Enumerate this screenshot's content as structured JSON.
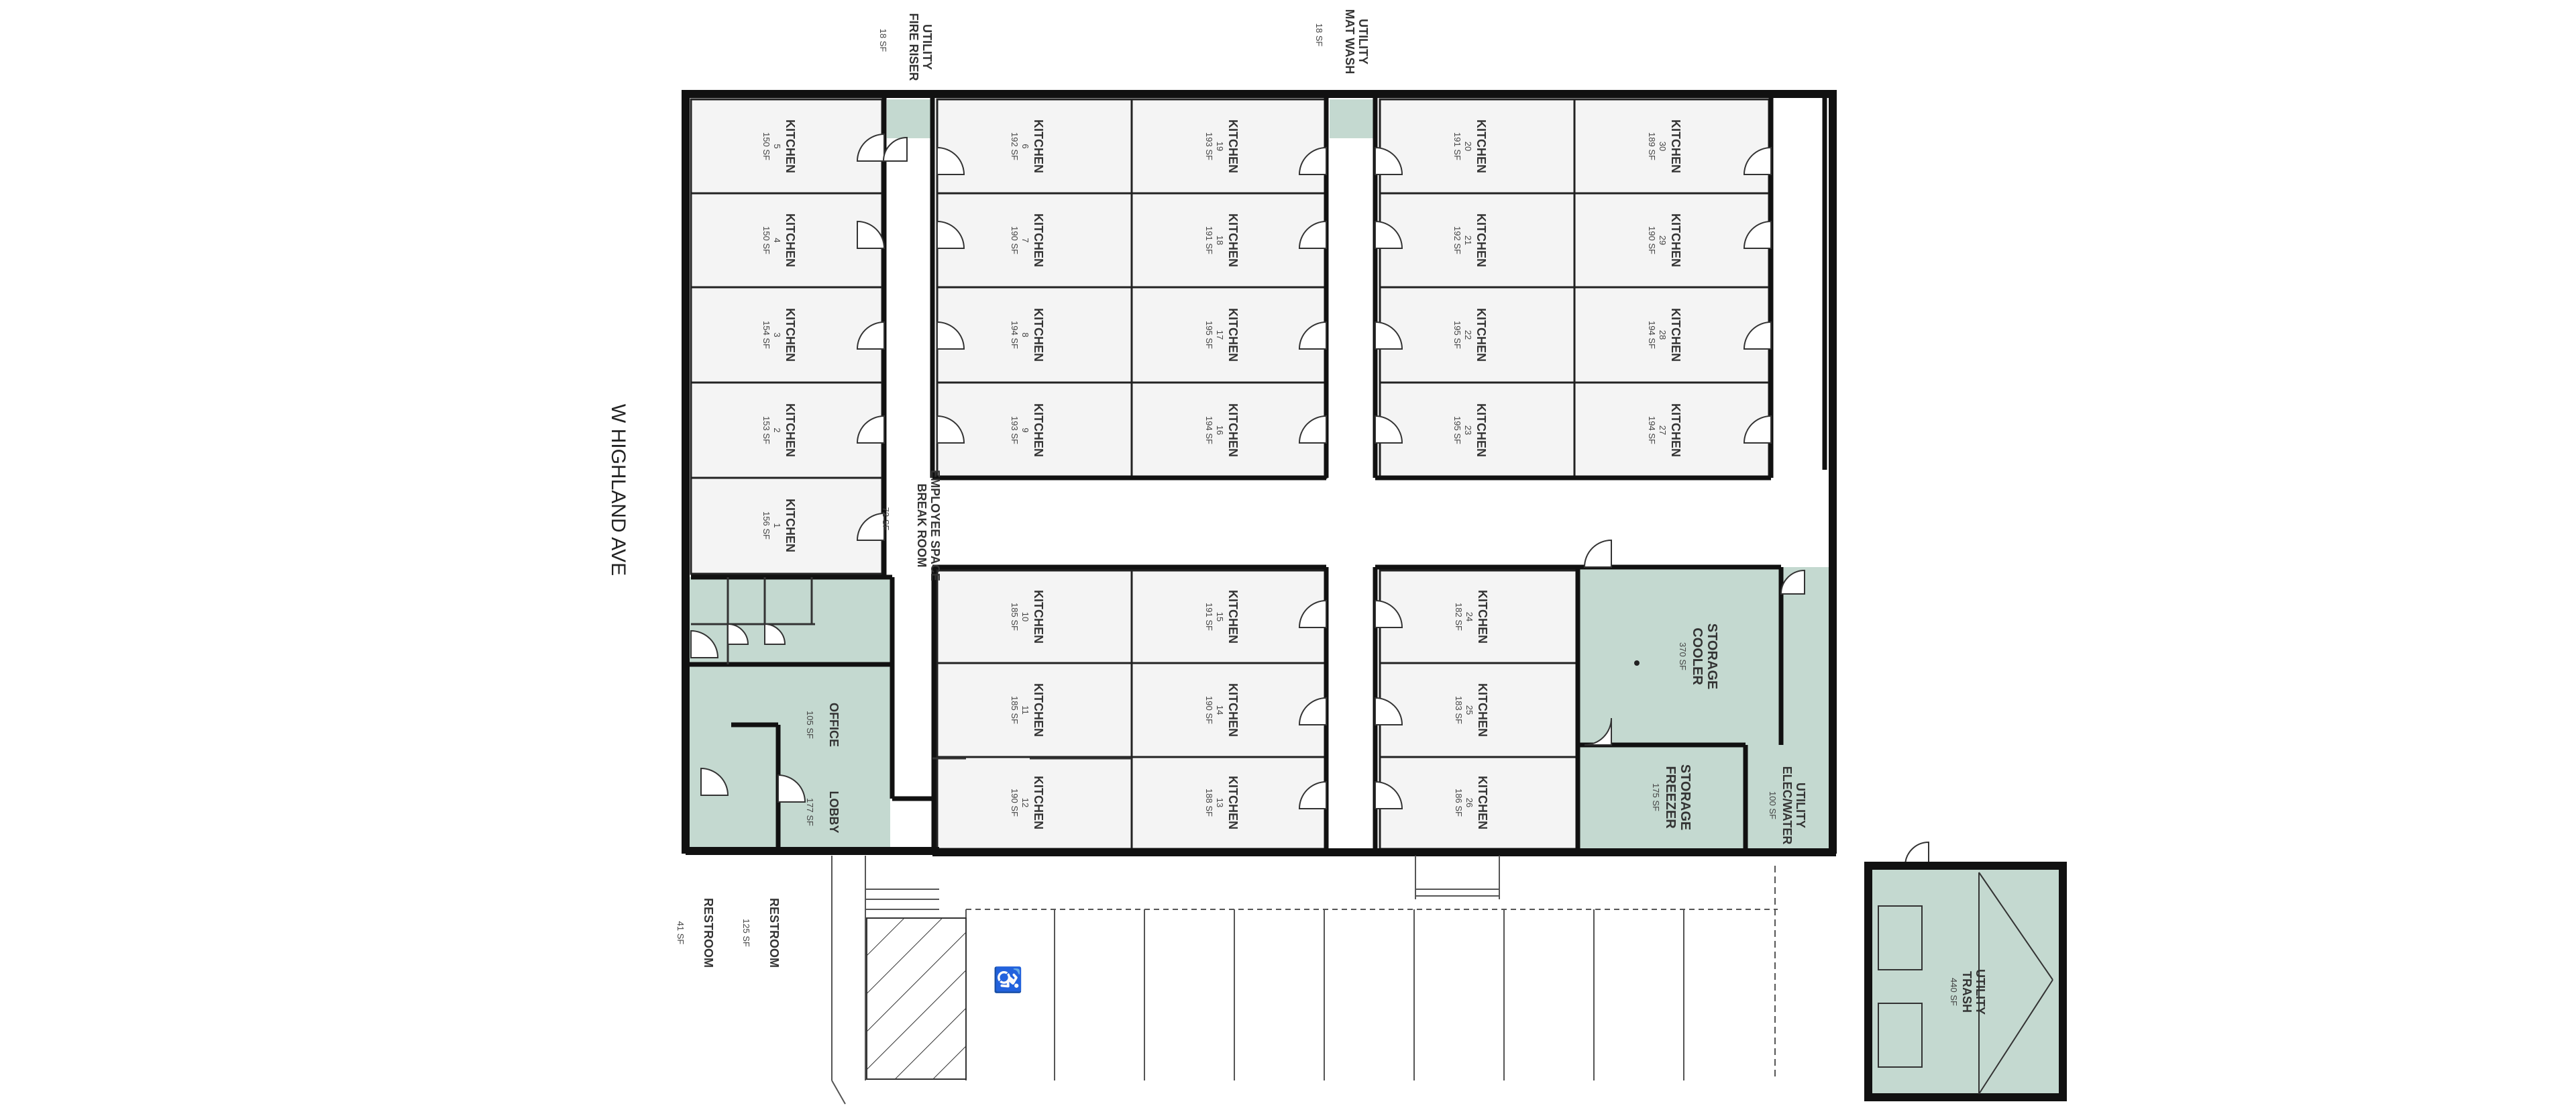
{
  "street_label": "W HIGHLAND AVE",
  "colors": {
    "wall": "#111111",
    "room_fill": "#f4f4f4",
    "common_fill": "#c4d9d0",
    "line": "#444444"
  },
  "rooms": {
    "k5": {
      "name": "KITCHEN",
      "num": "5",
      "sf": "150 SF"
    },
    "k4": {
      "name": "KITCHEN",
      "num": "4",
      "sf": "150 SF"
    },
    "k3": {
      "name": "KITCHEN",
      "num": "3",
      "sf": "154 SF"
    },
    "k2": {
      "name": "KITCHEN",
      "num": "2",
      "sf": "153 SF"
    },
    "k1": {
      "name": "KITCHEN",
      "num": "1",
      "sf": "156 SF"
    },
    "k6": {
      "name": "KITCHEN",
      "num": "6",
      "sf": "192 SF"
    },
    "k7": {
      "name": "KITCHEN",
      "num": "7",
      "sf": "190 SF"
    },
    "k8": {
      "name": "KITCHEN",
      "num": "8",
      "sf": "194 SF"
    },
    "k9": {
      "name": "KITCHEN",
      "num": "9",
      "sf": "193 SF"
    },
    "k19": {
      "name": "KITCHEN",
      "num": "19",
      "sf": "193 SF"
    },
    "k18": {
      "name": "KITCHEN",
      "num": "18",
      "sf": "191 SF"
    },
    "k17": {
      "name": "KITCHEN",
      "num": "17",
      "sf": "195 SF"
    },
    "k16": {
      "name": "KITCHEN",
      "num": "16",
      "sf": "194 SF"
    },
    "k20": {
      "name": "KITCHEN",
      "num": "20",
      "sf": "191 SF"
    },
    "k21": {
      "name": "KITCHEN",
      "num": "21",
      "sf": "192 SF"
    },
    "k22": {
      "name": "KITCHEN",
      "num": "22",
      "sf": "195 SF"
    },
    "k23": {
      "name": "KITCHEN",
      "num": "23",
      "sf": "195 SF"
    },
    "k30": {
      "name": "KITCHEN",
      "num": "30",
      "sf": "189 SF"
    },
    "k29": {
      "name": "KITCHEN",
      "num": "29",
      "sf": "190 SF"
    },
    "k28": {
      "name": "KITCHEN",
      "num": "28",
      "sf": "194 SF"
    },
    "k27": {
      "name": "KITCHEN",
      "num": "27",
      "sf": "194 SF"
    },
    "k10": {
      "name": "KITCHEN",
      "num": "10",
      "sf": "185 SF"
    },
    "k11": {
      "name": "KITCHEN",
      "num": "11",
      "sf": "185 SF"
    },
    "k12": {
      "name": "KITCHEN",
      "num": "12",
      "sf": "190 SF"
    },
    "k15": {
      "name": "KITCHEN",
      "num": "15",
      "sf": "191 SF"
    },
    "k14": {
      "name": "KITCHEN",
      "num": "14",
      "sf": "190 SF"
    },
    "k13": {
      "name": "KITCHEN",
      "num": "13",
      "sf": "188 SF"
    },
    "k24": {
      "name": "KITCHEN",
      "num": "24",
      "sf": "182 SF"
    },
    "k25": {
      "name": "KITCHEN",
      "num": "25",
      "sf": "183 SF"
    },
    "k26": {
      "name": "KITCHEN",
      "num": "26",
      "sf": "186 SF"
    },
    "cooler": {
      "line1": "STORAGE",
      "line2": "COOLER",
      "sf": "370 SF"
    },
    "freezer": {
      "line1": "STORAGE",
      "line2": "FREEZER",
      "sf": "175 SF"
    },
    "elec": {
      "line1": "UTILITY",
      "line2": "ELEC/WATER",
      "sf": "100 SF"
    },
    "trash": {
      "line1": "UTILITY",
      "line2": "TRASH",
      "sf": "440 SF"
    },
    "office": {
      "line1": "OFFICE",
      "sf": "105 SF"
    },
    "lobby": {
      "line1": "LOBBY",
      "sf": "177 SF"
    },
    "break": {
      "line1": "EMPLOYEE SPACE",
      "line2": "BREAK ROOM",
      "sf": "72 SF"
    },
    "riser": {
      "line1": "UTILITY",
      "line2": "FIRE RISER",
      "sf": "18 SF"
    },
    "matwash": {
      "line1": "UTILITY",
      "line2": "MAT WASH",
      "sf": "18 SF"
    },
    "rr1": {
      "line1": "RESTROOM",
      "sf": "41 SF"
    },
    "rr2": {
      "line1": "RESTROOM",
      "sf": "125 SF"
    }
  }
}
